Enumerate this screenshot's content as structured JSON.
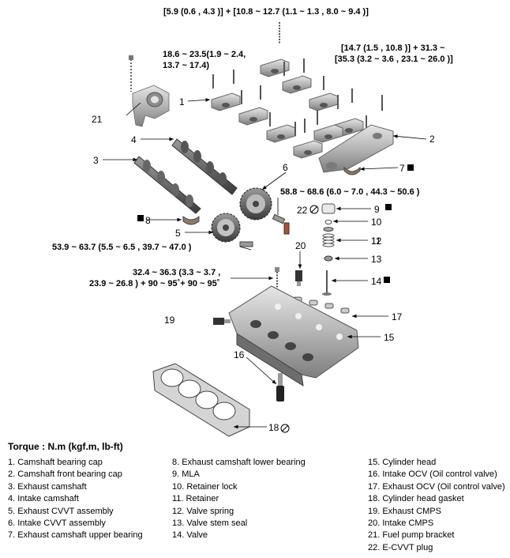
{
  "torque_title": "Torque : N.m (kgf.m, lb-ft)",
  "torques": {
    "t1": "[5.9  (0.6 , 4.3 )] + [10.8 ~ 12.7  (1.1 ~ 1.3 , 8.0 ~ 9.4 )]",
    "t2a": "18.6 ~ 23.5(1.9 ~ 2.4,",
    "t2b": "13.7 ~ 17.4)",
    "t3a": "[14.7  (1.5 , 10.8 )] + 31.3 ~",
    "t3b": "[35.3  (3.2 ~ 3.6 , 23.1 ~ 26.0 )]",
    "t4": "58.8 ~ 68.6  (6.0 ~ 7.0 , 44.3 ~ 50.6 )",
    "t5": "53.9 ~ 63.7  (5.5 ~ 6.5 , 39.7 ~ 47.0 )",
    "t6a": "32.4 ~ 36.3 (3.3 ~ 3.7 ,",
    "t6b": "23.9 ~ 26.8 ) + 90 ~ 95˚+ 90 ~ 95˚"
  },
  "callouts": {
    "n1": "1",
    "n2": "2",
    "n3": "3",
    "n4": "4",
    "n5": "5",
    "n6": "6",
    "n7": "7",
    "n8": "8",
    "n9": "9",
    "n10": "10",
    "n11": "11",
    "n12": "12",
    "n13": "13",
    "n14": "14",
    "n15": "15",
    "n16": "16",
    "n17": "17",
    "n18": "18",
    "n19": "19",
    "n20": "20",
    "n21": "21",
    "n22": "22"
  },
  "legend": {
    "col1": [
      "1. Camshaft bearing cap",
      "2. Camshaft front bearing cap",
      "3. Exhaust camshaft",
      "4. Intake camshaft",
      "5. Exhaust CVVT assembly",
      "6. Intake CVVT assembly",
      "7. Exhaust camshaft upper bearing"
    ],
    "col2": [
      "8. Exhaust camshaft lower bearing",
      "9. MLA",
      "10. Retainer lock",
      "11. Retainer",
      "12. Valve spring",
      "13. Valve stem seal",
      "14. Valve"
    ],
    "col3": [
      "15. Cylinder head",
      "16. Intake OCV (Oil control valve)",
      "17. Exhaust OCV (Oil control valve)",
      "18. Cylinder head gasket",
      "19. Exhaust CMPS",
      "20. Intake CMPS",
      "21. Fuel pump bracket",
      "22. E-CVVT plug"
    ]
  }
}
